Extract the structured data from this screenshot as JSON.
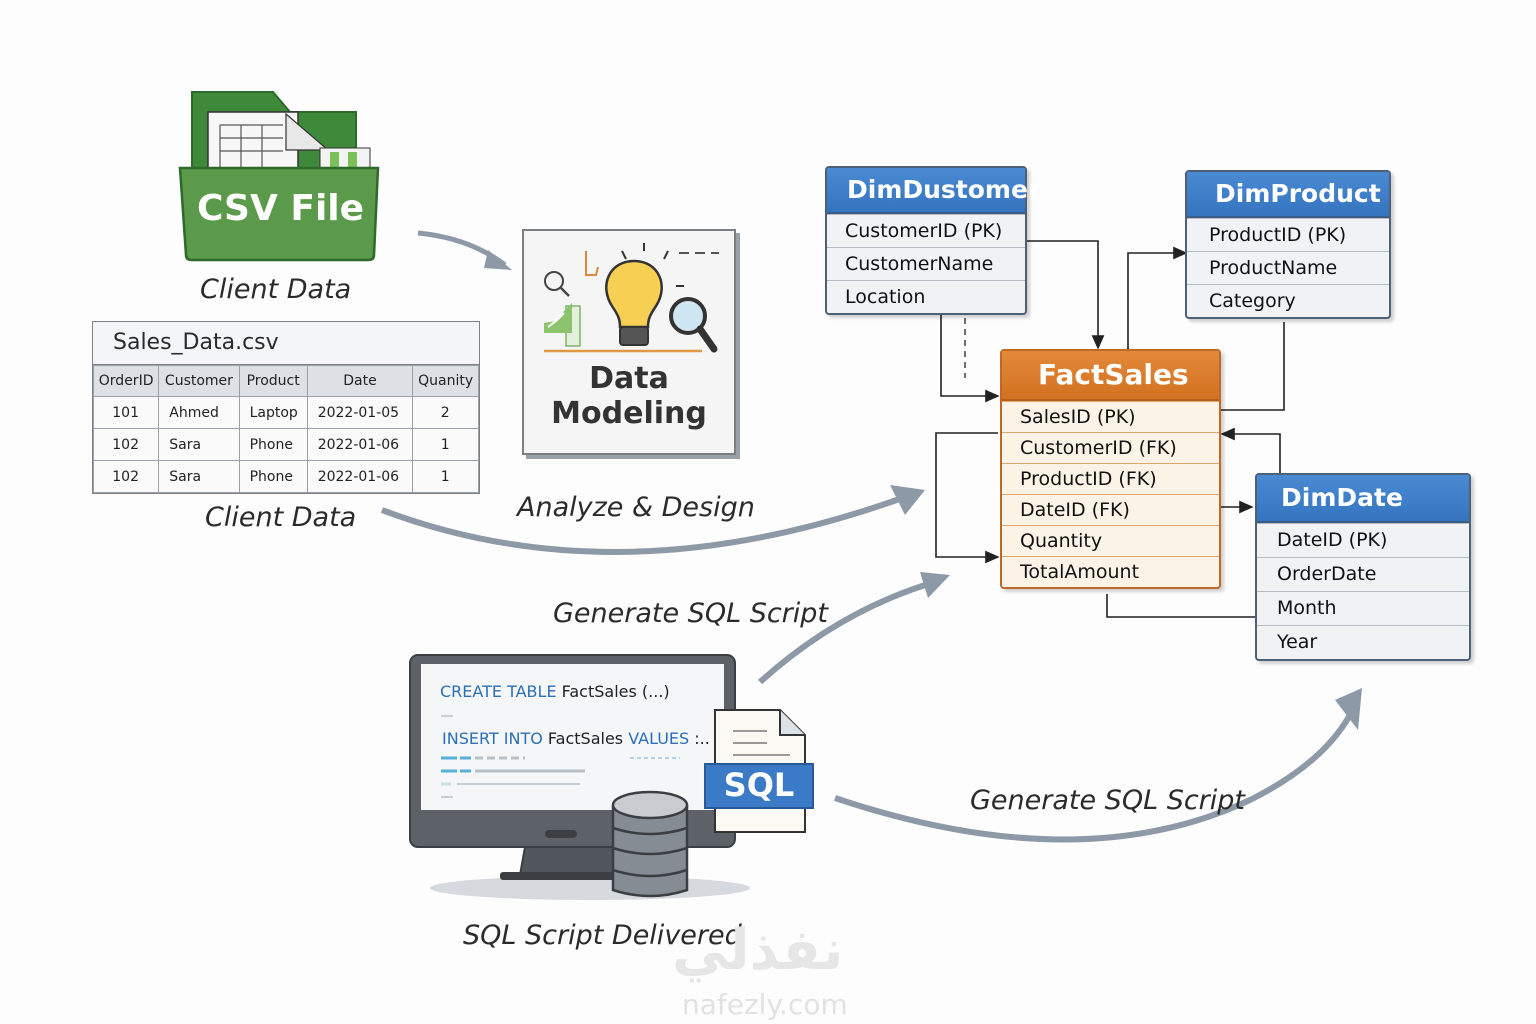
{
  "csv_folder": {
    "label": "CSV File",
    "caption": "Client Data",
    "icon": "folder-spreadsheet-icon"
  },
  "csv_table": {
    "title": "Sales_Data.csv",
    "columns": [
      "OrderID",
      "Customer",
      "Product",
      "Date",
      "Quanity"
    ],
    "rows": [
      [
        "101",
        "Ahmed",
        "Laptop",
        "2022-01-05",
        "2"
      ],
      [
        "102",
        "Sara",
        "Phone",
        "2022-01-06",
        "1"
      ],
      [
        "102",
        "Sara",
        "Phone",
        "2022-01-06",
        "1"
      ]
    ],
    "caption": "Client Data"
  },
  "data_modeling": {
    "title_line1": "Data",
    "title_line2": "Modeling",
    "icon": "lightbulb-magnifier-icon"
  },
  "arrows": {
    "analyze_design": "Analyze & Design",
    "generate_sql_1": "Generate SQL Script",
    "generate_sql_2": "Generate SQL Script"
  },
  "tables": {
    "dim_customer": {
      "name": "DimDustomer",
      "fields": [
        "CustomerID (PK)",
        "CustomerName",
        "Location"
      ]
    },
    "dim_product": {
      "name": "DimProduct",
      "fields": [
        "ProductID (PK)",
        "ProductName",
        "Category"
      ]
    },
    "fact_sales": {
      "name": "FactSales",
      "fields": [
        "SalesID (PK)",
        "CustomerID (FK)",
        "ProductID (FK)",
        "DateID (FK)",
        "Quantity",
        "TotalAmount"
      ]
    },
    "dim_date": {
      "name": "DimDate",
      "fields": [
        "DateID (PK)",
        "OrderDate",
        "Month",
        "Year"
      ]
    }
  },
  "sql_monitor": {
    "line1_kw": "CREATE TABLE",
    "line1_rest": "FactSales (...)",
    "line2_kw1": "INSERT INTO",
    "line2_mid": "FactSales",
    "line2_kw2": "VALUES",
    "line2_end": ":..",
    "badge": "SQL",
    "caption": "SQL Script Delivered"
  },
  "watermark": {
    "arabic": "نفذلي",
    "latin": "nafezly.com"
  },
  "colors": {
    "dim_header": "#3f80c9",
    "fact_header": "#dd7f2c",
    "csv_green": "#5a9a4a",
    "arrow_gray": "#8e99a8",
    "sql_blue": "#3b7ac6"
  }
}
